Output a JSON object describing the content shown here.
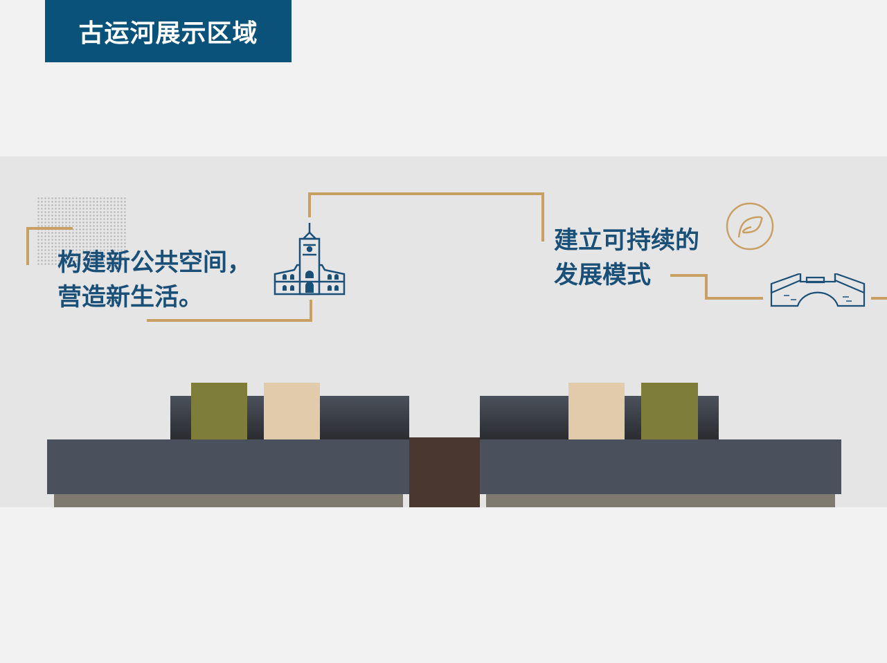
{
  "title": "古运河展示区域",
  "left_text": {
    "line1": "构建新公共空间，",
    "line2": "营造新生活。"
  },
  "right_text": {
    "line1": "建立可持续的",
    "line2": "发展模式"
  },
  "icons": [
    "clock-tower-building-icon",
    "leaf-circle-icon",
    "arch-bridge-icon"
  ],
  "colors": {
    "title_bg": "#0b527b",
    "text": "#1a4f78",
    "gold": "#c9a063",
    "band": "#e5e5e5"
  }
}
